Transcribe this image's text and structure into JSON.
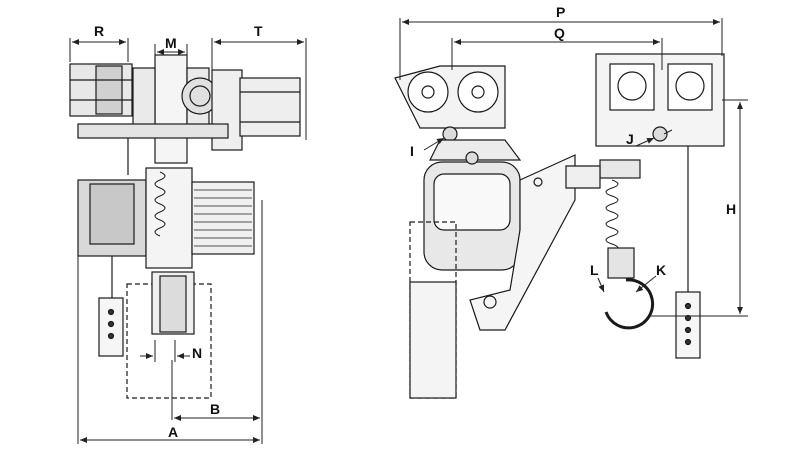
{
  "dimension_labels": {
    "R": "R",
    "M": "M",
    "T": "T",
    "N": "N",
    "B": "B",
    "A": "A",
    "P": "P",
    "Q": "Q",
    "I": "I",
    "J": "J",
    "H": "H",
    "L": "L",
    "K": "K"
  },
  "colors": {
    "line": "#1a1a1a",
    "fill_light": "#f2f2f2",
    "fill_mid": "#d9d9d9",
    "dim_line": "#222222"
  }
}
